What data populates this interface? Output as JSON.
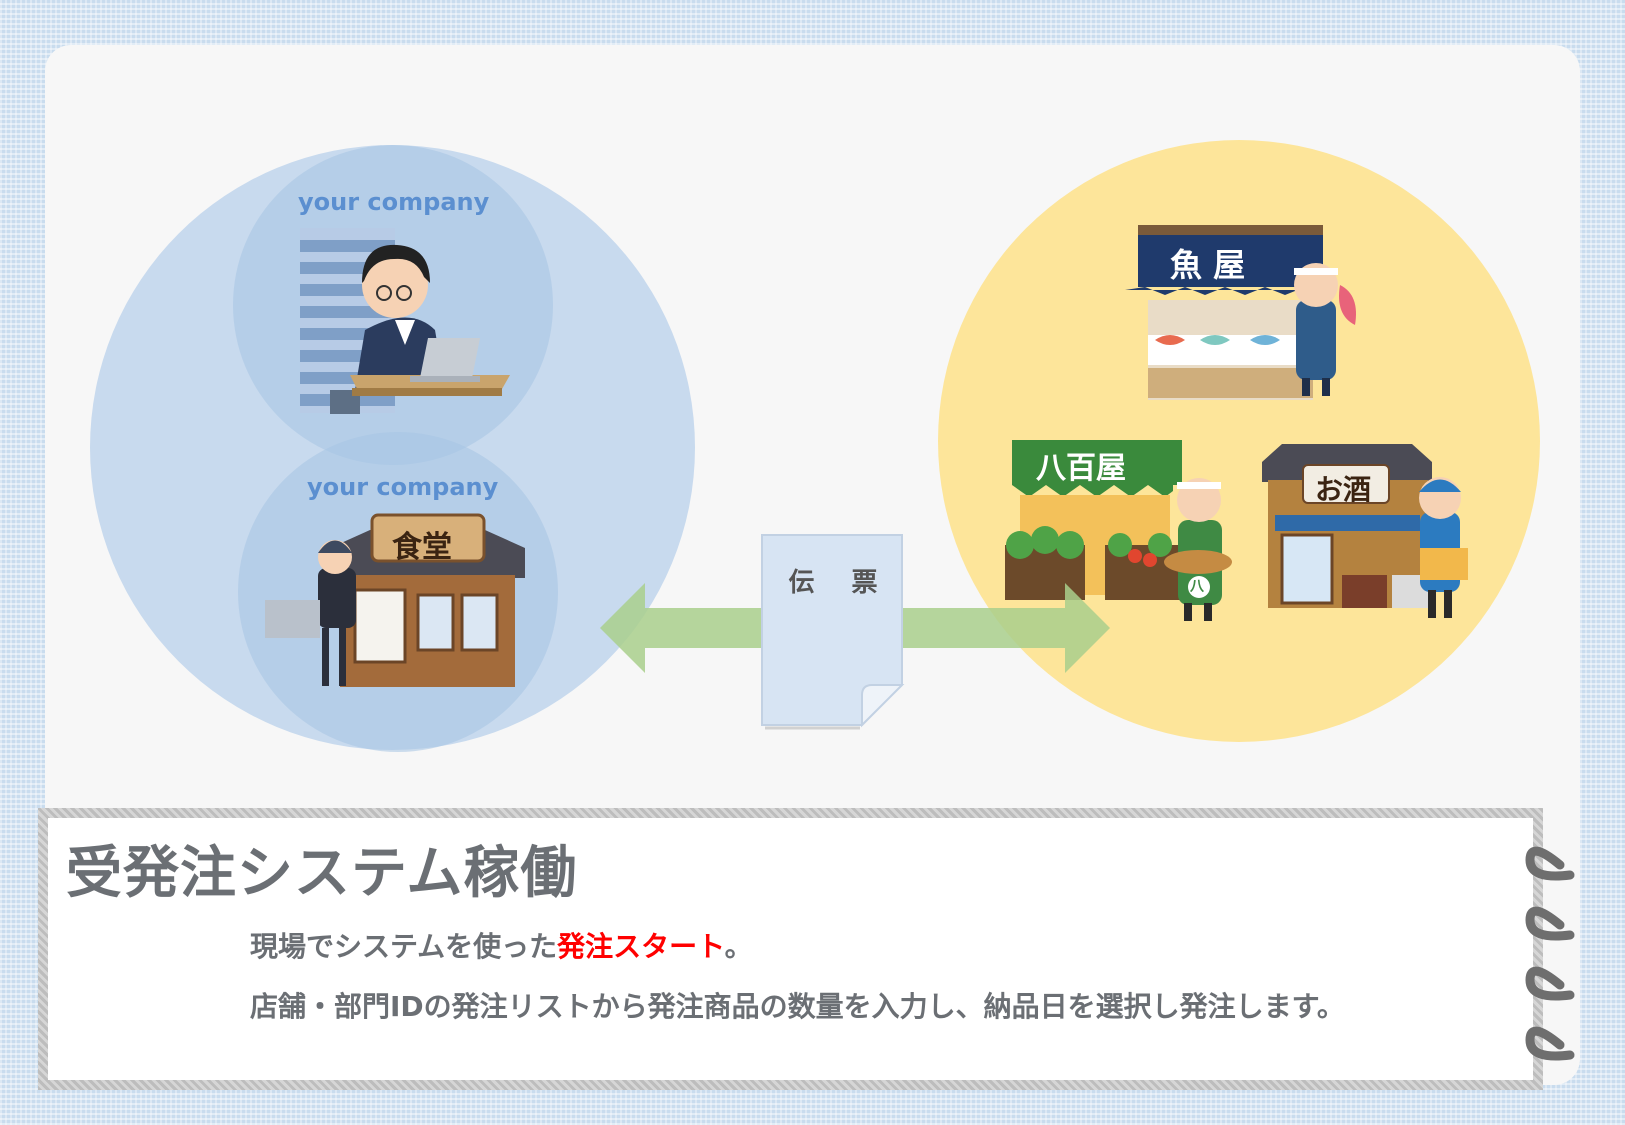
{
  "company_label_top": "your company",
  "company_label_bottom": "your company",
  "shop_signs": {
    "canteen": "食堂",
    "fish": "魚 屋",
    "greengrocer": "八百屋",
    "liquor": "お酒",
    "apron_mark": "八"
  },
  "document_label": "伝 票",
  "caption": {
    "title": "受発注システム稼働",
    "line1_before": "現場でシステムを使った",
    "line1_highlight": "発注スタート",
    "line1_after": "。",
    "line2": "店舗・部門IDの発注リストから発注商品の数量を入力し、納品日を選択し発注します。"
  },
  "colors": {
    "left_circle": "#c8daee",
    "right_circle": "#fde59a",
    "arrow": "#a9cf8c",
    "highlight": "#ff0000",
    "caption_text": "#6b6f74"
  }
}
